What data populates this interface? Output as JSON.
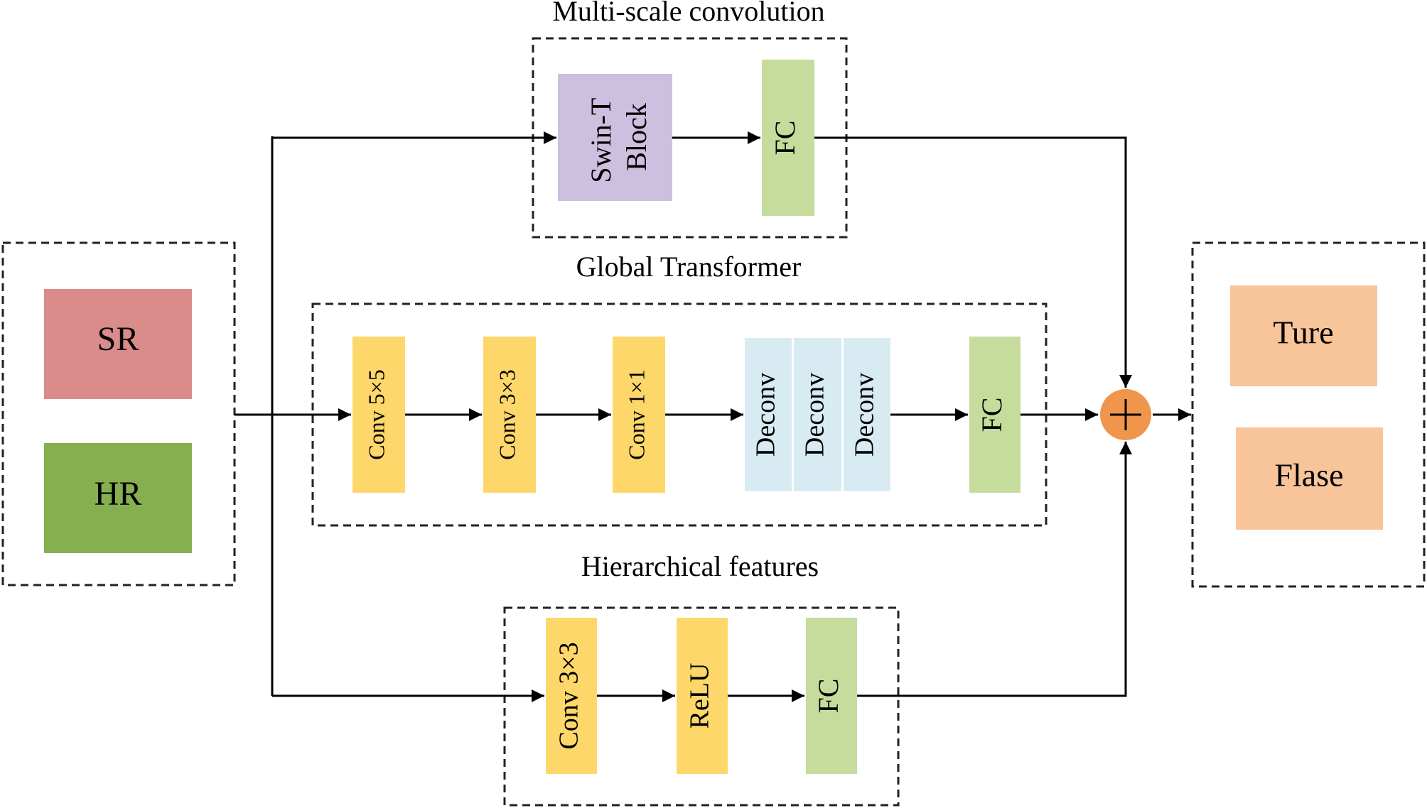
{
  "colors": {
    "sr": "#d98c8a",
    "hr": "#86b050",
    "conv": "#fdd76a",
    "deconv": "#d8ebf2",
    "fc": "#c6dc9c",
    "swin": "#cdbfdf",
    "output": "#f8c49a",
    "sum": "#f0954c"
  },
  "icons": {
    "sum": "plus-circle-icon"
  },
  "input": {
    "sr_label": "SR",
    "hr_label": "HR"
  },
  "output": {
    "true_label": "Ture",
    "false_label": "Flase"
  },
  "top_branch": {
    "title": "Multi-scale convolution",
    "swin_line1": "Swin-T",
    "swin_line2": "Block",
    "fc_label": "FC"
  },
  "middle_branch": {
    "title": "Global Transformer",
    "conv1_label": "Conv 5×5",
    "conv2_label": "Conv 3×3",
    "conv3_label": "Conv 1×1",
    "deconv_labels": [
      "Deconv",
      "Deconv",
      "Deconv"
    ],
    "fc_label": "FC"
  },
  "bottom_branch": {
    "title": "Hierarchical features",
    "conv_label": "Conv 3×3",
    "relu_label": "ReLU",
    "fc_label": "FC"
  }
}
